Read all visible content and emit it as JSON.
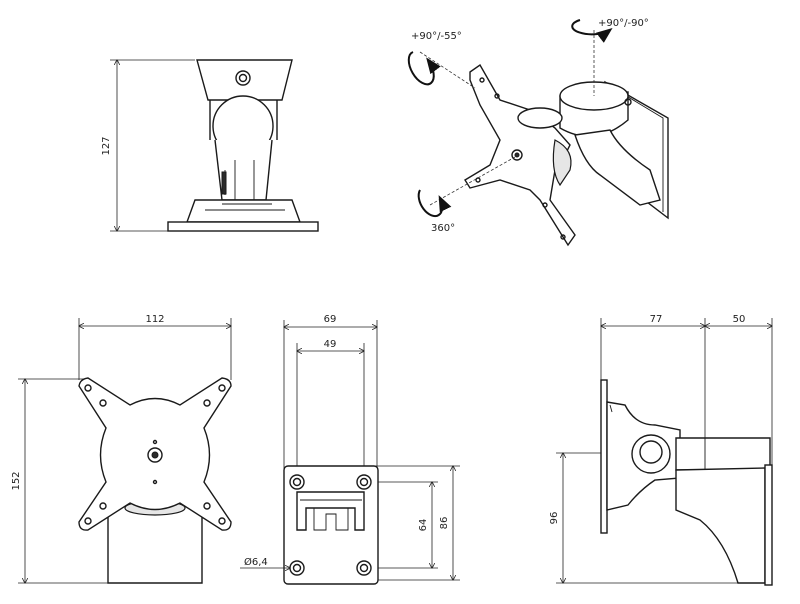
{
  "colors": {
    "line": "#1a1a1a",
    "background": "#ffffff",
    "shade": "#e6e6e6"
  },
  "dimensions": {
    "side_height": "127",
    "plate_width": "112",
    "plate_height": "152",
    "hole_spacing_outer": "69",
    "hole_spacing_inner": "49",
    "hole_diameter": "Ø6,4",
    "hole_vertical_inner": "64",
    "hole_vertical_outer": "86",
    "profile_depth_1": "77",
    "profile_depth_2": "50",
    "profile_height": "96"
  },
  "rotations": {
    "tilt": "+90°/-55°",
    "swivel": "+90°/-90°",
    "rotate": "360°"
  }
}
